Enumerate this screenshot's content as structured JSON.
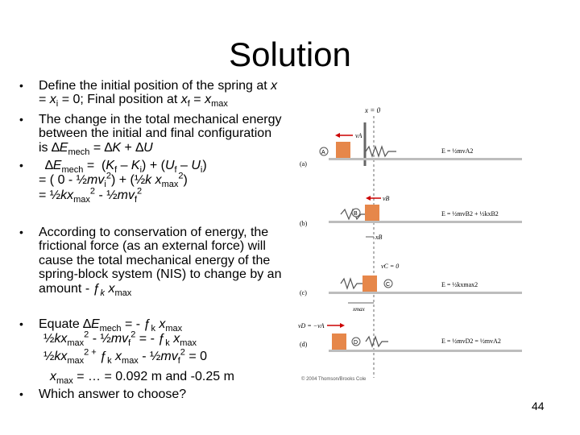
{
  "slide": {
    "title": "Solution",
    "page_number": "44"
  },
  "bullets": [
    {
      "lines": [
        "Define the initial position of the spring at x",
        "= xi = 0; Final position at xf = xmax"
      ]
    },
    {
      "lines": [
        "The change in the total mechanical energy",
        "between the initial and final configuration",
        "is ∆Emech = ∆K + ∆U"
      ]
    },
    {
      "lines": [
        "∆Emech = (Kf – Ki) + (Uf – Ui)",
        "= ( 0 - ½mvi2) + (½k xmax2)",
        "= ½kxmax2 - ½mvf2"
      ]
    },
    {
      "lines": [
        "According to conservation of energy, the",
        "frictional force (as an external force) will",
        "cause the total mechanical energy of the",
        "spring-block system (NIS) to change by an",
        "amount - ƒk xmax"
      ]
    },
    {
      "lines": [
        "Equate ∆Emech = - ƒk xmax",
        "½kxmax2 - ½mvf2 = - ƒk xmax",
        "½kxmax2 + ƒk xmax - ½mvf2 = 0",
        "xmax = … = 0.092 m and -0.25 m"
      ]
    },
    {
      "lines": [
        "Which answer to choose?"
      ]
    }
  ],
  "figure": {
    "axis_label": "x = 0",
    "panels": [
      {
        "panel": "(a)",
        "marker": "A",
        "velocity": "vA",
        "energy": "E = ½mvA2"
      },
      {
        "panel": "(b)",
        "marker": "B",
        "velocity": "vB",
        "displacement": "xB",
        "energy": "E = ½mvB2 + ½kxB2"
      },
      {
        "panel": "(c)",
        "marker": "C",
        "velocity": "vC = 0",
        "displacement": "xmax",
        "energy": "E = ½kxmax2"
      },
      {
        "panel": "(d)",
        "marker": "D",
        "velocity": "vD = −vA",
        "energy": "E = ½mvD2 = ½mvA2"
      }
    ],
    "copyright": "© 2004 Thomson/Brooks Cole"
  }
}
